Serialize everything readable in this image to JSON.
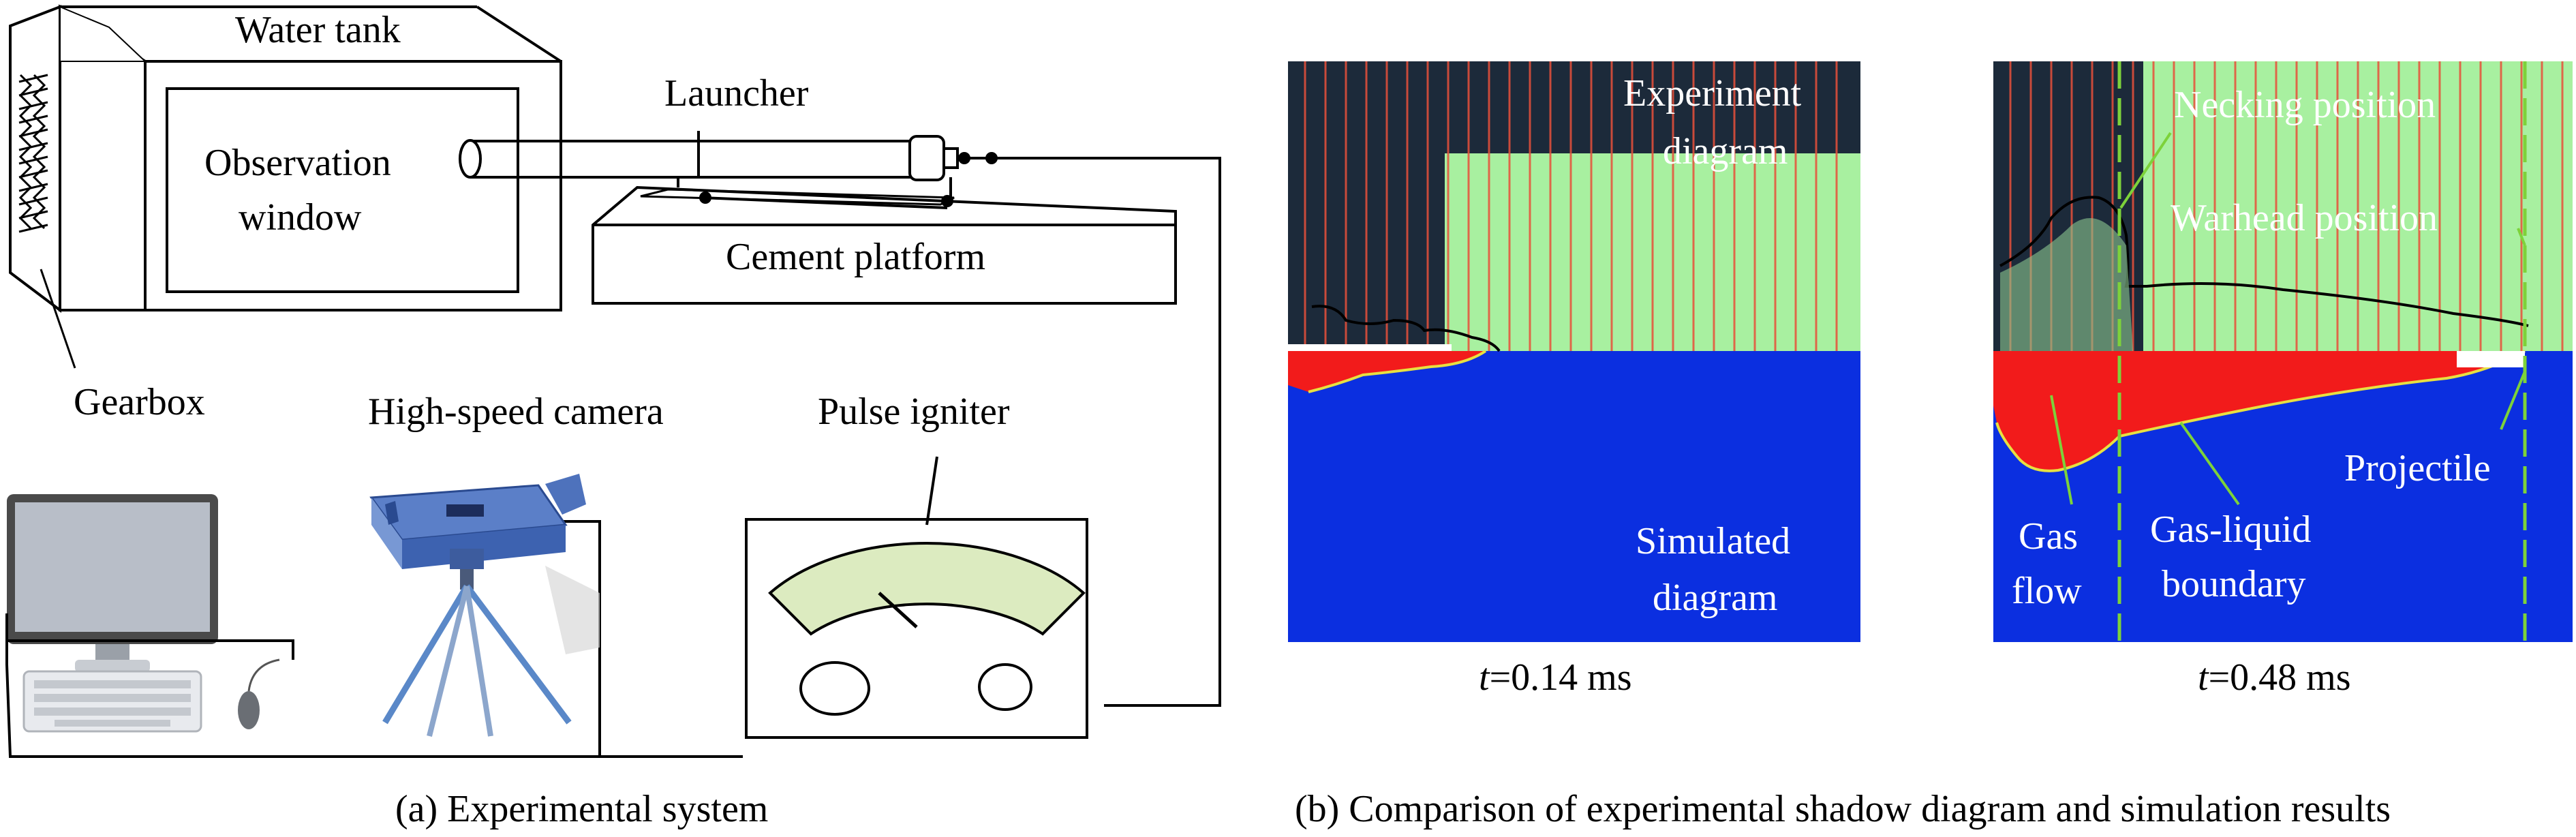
{
  "left_panel": {
    "water_tank": "Water tank",
    "launcher": "Launcher",
    "observation_window_line1": "Observation",
    "observation_window_line2": "window",
    "cement_platform": "Cement platform",
    "gearbox": "Gearbox",
    "high_speed_camera": "High-speed camera",
    "pulse_igniter": "Pulse igniter",
    "caption": "(a) Experimental system"
  },
  "right_panel": {
    "frame1": {
      "experiment_line1": "Experiment",
      "experiment_line2": "diagram",
      "simulated_line1": "Simulated",
      "simulated_line2": "diagram",
      "time_var": "t",
      "time_value": "=0.14 ms"
    },
    "frame2": {
      "necking_position": "Necking position",
      "warhead_position": "Warhead position",
      "projectile": "Projectile",
      "gas_line1": "Gas",
      "gas_line2": "flow",
      "boundary_line1": "Gas-liquid",
      "boundary_line2": "boundary",
      "time_var": "t",
      "time_value": "=0.48 ms"
    },
    "caption": "(b) Comparison of experimental shadow diagram and simulation results"
  },
  "colors": {
    "sim_blue": "#0b2fe0",
    "gas_red": "#f21b1b",
    "exp_green": "#a8f0a0",
    "exp_dark": "#1c2a3a",
    "guide_green": "#7dd23a",
    "igniter_dial": "#dcebc0",
    "camera_blue": "#5b7fc8"
  }
}
